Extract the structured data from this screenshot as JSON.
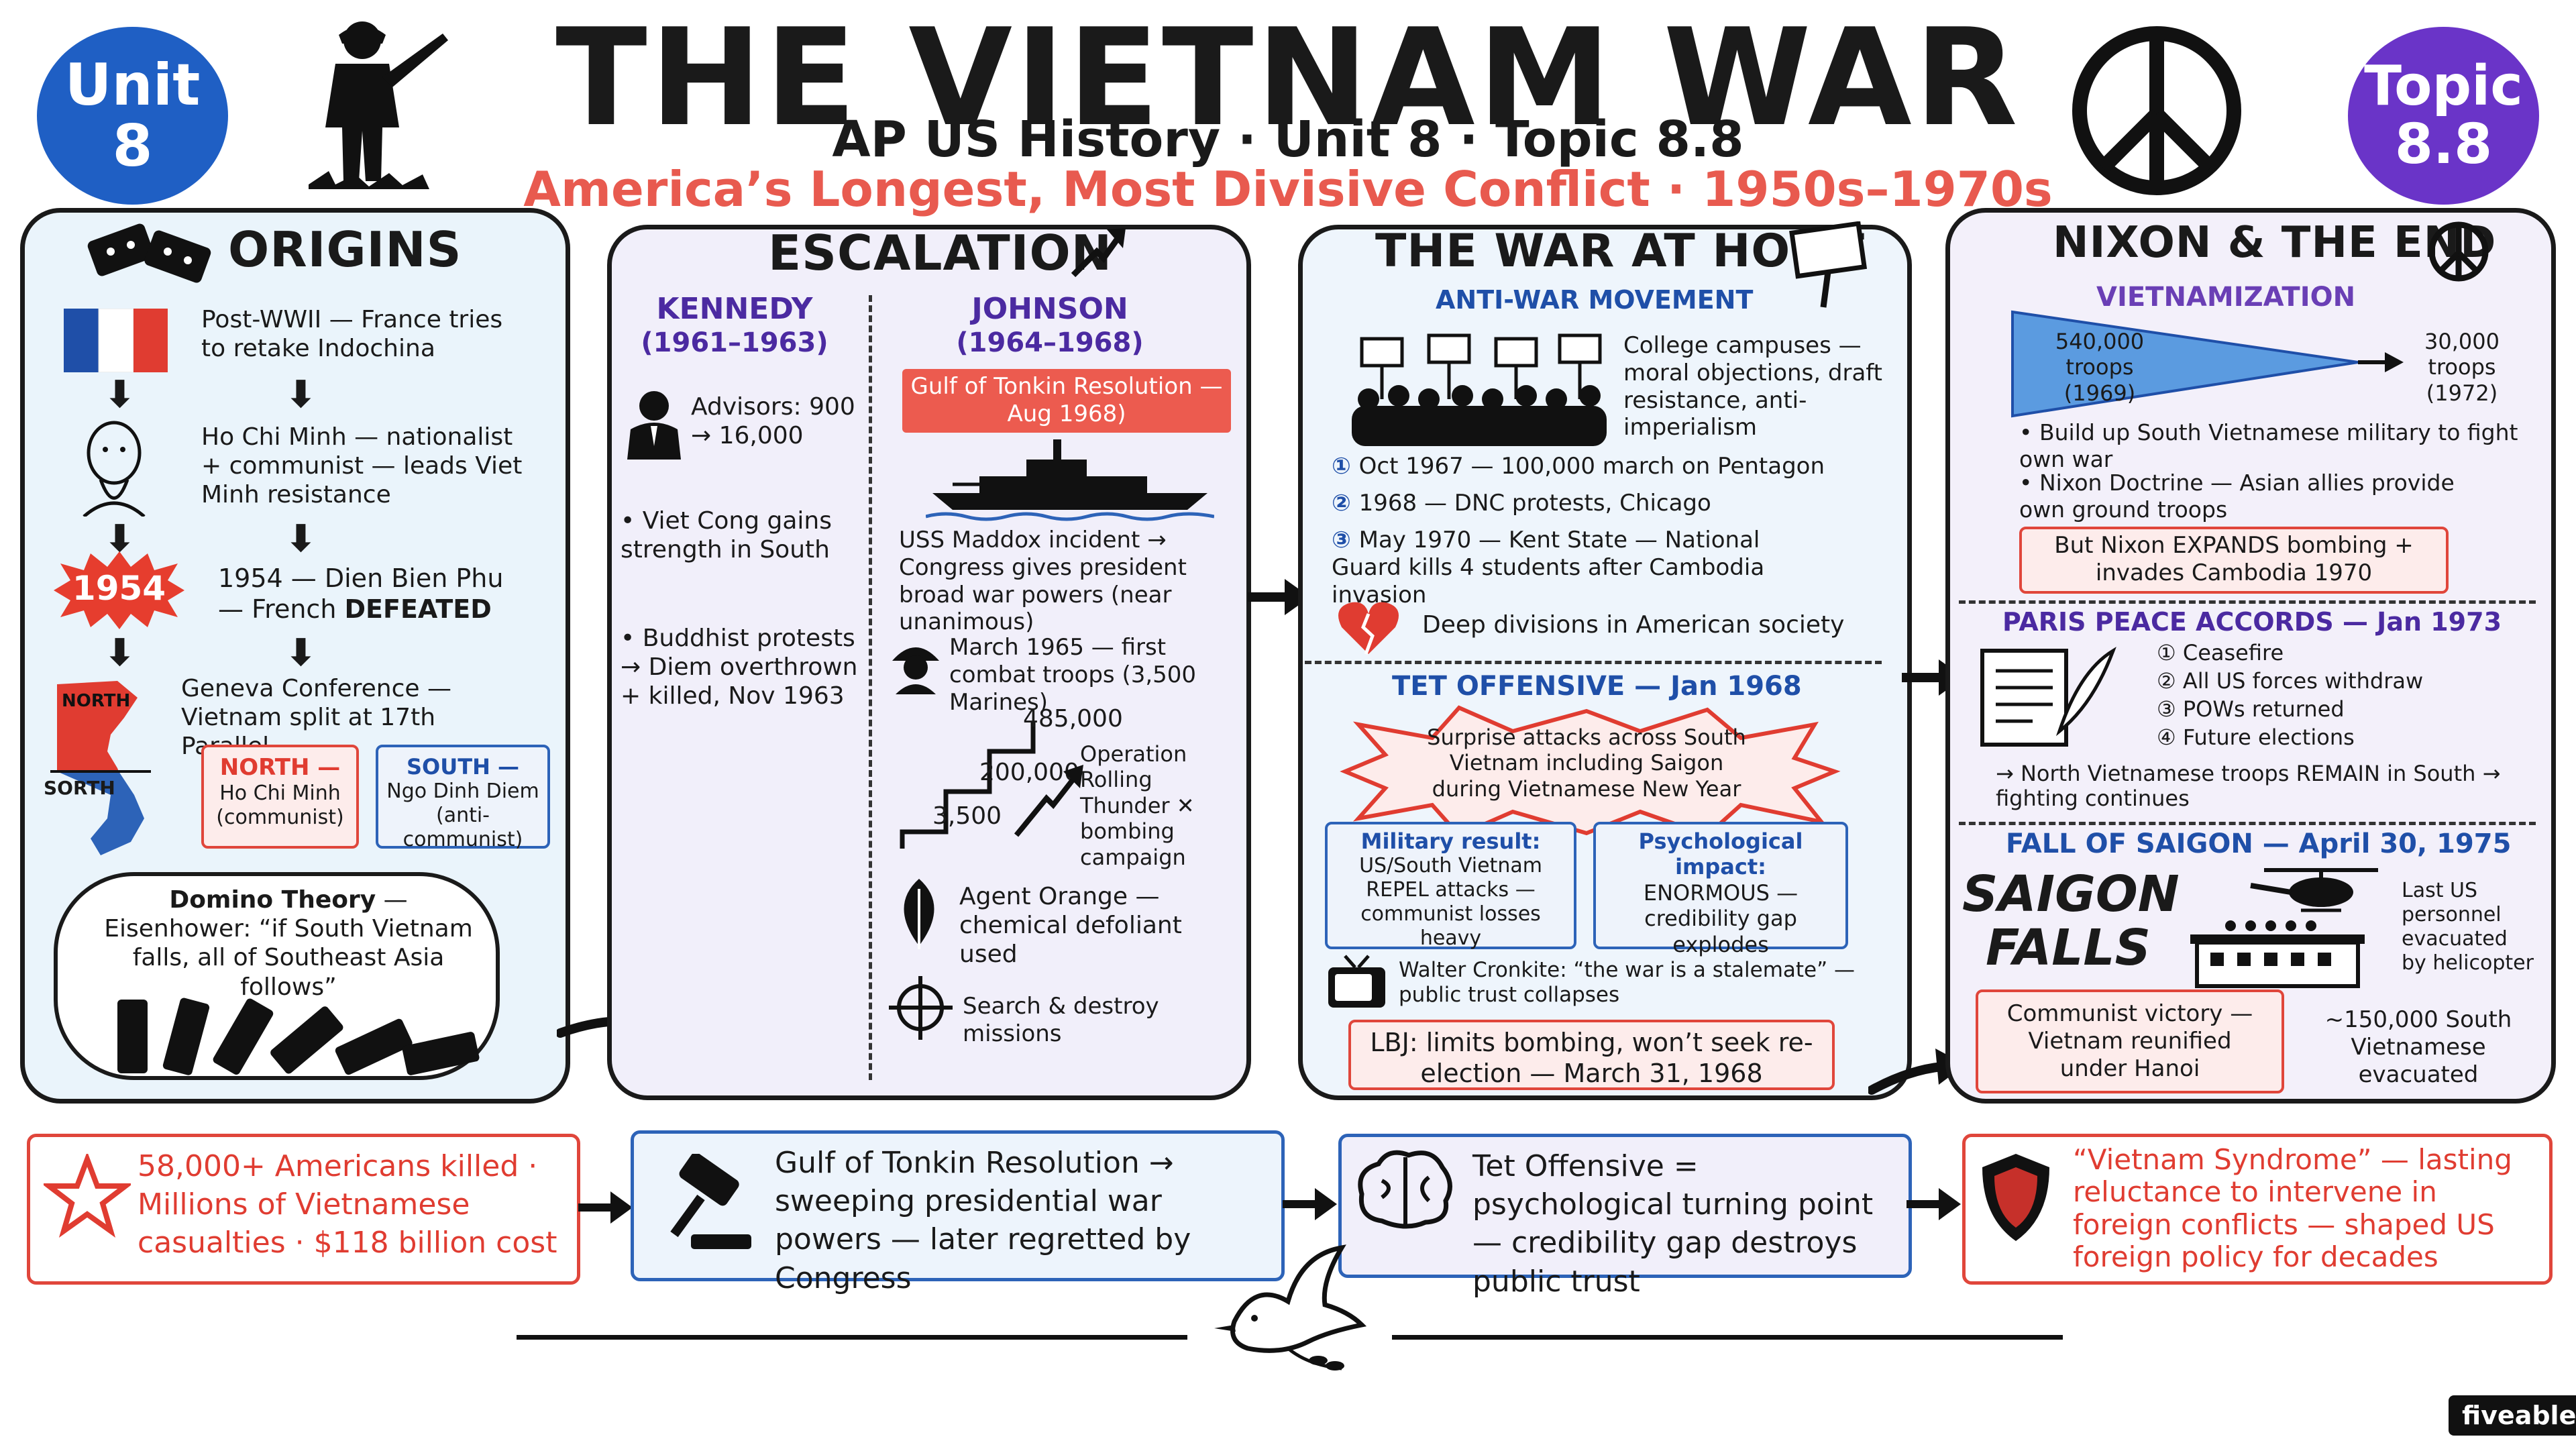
{
  "header": {
    "title": "THE VIETNAM WAR",
    "subtitle": "AP US History · Unit 8 · Topic 8.8",
    "tagline": "America’s Longest, Most Divisive Conflict · 1950s–1970s",
    "unit_badge_line1": "Unit",
    "unit_badge_line2": "8",
    "topic_badge_line1": "Topic",
    "topic_badge_line2": "8.8",
    "colors": {
      "unit_badge": "#1f5fc4",
      "topic_badge": "#6a34c8",
      "tagline": "#e85a4f"
    }
  },
  "origins": {
    "title": "ORIGINS",
    "step1": "Post-WWII — France tries to retake Indochina",
    "step2": "Ho Chi Minh — nationalist + communist — leads Viet Minh resistance",
    "year_badge": "1954",
    "step3_prefix": "1954 — Dien Bien Phu — French ",
    "step3_bold": "DEFEATED",
    "step4": "Geneva Conference — Vietnam split at 17th Parallel",
    "map_north": "NORTH",
    "map_south": "SORTH",
    "north_box_title": "NORTH —",
    "north_box_text": "Ho Chi Minh (communist)",
    "south_box_title": "SOUTH —",
    "south_box_text": "Ngo Dinh Diem (anti-communist)",
    "domino_bold": "Domino Theory",
    "domino_text": " — Eisenhower: “if South Vietnam falls, all of Southeast Asia follows”"
  },
  "escalation": {
    "title": "ESCALATION",
    "kennedy_name": "KENNEDY",
    "kennedy_years": "(1961–1963)",
    "advisors": "Advisors: 900 → 16,000",
    "viet_cong": "Viet Cong gains strength in South",
    "buddhist": "Buddhist protests → Diem overthrown + killed, Nov 1963",
    "johnson_name": "JOHNSON",
    "johnson_years": "(1964–1968)",
    "tonkin_banner": "Gulf of Tonkin Resolution — Aug 1968)",
    "maddox": "USS Maddox incident → Congress gives president broad war powers (near unanimous)",
    "march1965": "March 1965 — first combat troops (3,500 Marines)",
    "step_low": "3,500",
    "step_mid": "200,000",
    "step_high": "485,000",
    "rolling_thunder": "Operation Rolling Thunder ✕ bombing campaign",
    "agent_orange": "Agent Orange — chemical defoliant used",
    "search_destroy": "Search & destroy missions"
  },
  "home": {
    "title": "THE WAR AT HOME",
    "antiwar_heading": "ANTI-WAR MOVEMENT",
    "campus": "College campuses — moral objections, draft resistance, anti-imperialism",
    "event1": "Oct 1967 — 100,000 march on Pentagon",
    "event2": "1968 — DNC protests, Chicago",
    "event3": "May 1970 — Kent State — National Guard kills 4 students after Cambodia invasion",
    "divisions": "Deep divisions in American society",
    "tet_heading": "TET OFFENSIVE — Jan 1968",
    "tet_burst": "Surprise attacks across South Vietnam including Saigon during Vietnamese New Year",
    "military_title": "Military result:",
    "military_text": "US/South Vietnam REPEL attacks — communist losses heavy",
    "psych_title": "Psychological impact:",
    "psych_text": "ENORMOUS — credibility gap explodes",
    "cronkite": "Walter Cronkite: “the war is a stalemate” — public trust collapses",
    "lbj": "LBJ: limits bombing, won’t seek re-election — March 31, 1968"
  },
  "nixon": {
    "title": "NIXON & THE END",
    "vietnamization": "VIETNAMIZATION",
    "troops_start": "540,000 troops (1969)",
    "troops_end": "30,000 troops (1972)",
    "bullet1": "Build up South Vietnamese military to fight own war",
    "bullet2": "Nixon Doctrine — Asian allies provide own ground troops",
    "expands": "But Nixon EXPANDS bombing + invades Cambodia 1970",
    "paris_heading": "PARIS PEACE ACCORDS — Jan 1973",
    "paris_items": [
      "Ceasefire",
      "All US forces withdraw",
      "POWs returned",
      "Future elections"
    ],
    "paris_note": "North Vietnamese troops REMAIN in South → fighting continues",
    "saigon_heading": "FALL OF SAIGON — April 30, 1975",
    "saigon_falls_1": "SAIGON",
    "saigon_falls_2": "FALLS",
    "evacuated": "Last US personnel evacuated by helicopter",
    "communist_victory": "Communist victory — Vietnam reunified under Hanoi",
    "south_evacuated": "~150,000 South Vietnamese evacuated"
  },
  "bottom": {
    "cost": "58,000+ Americans killed · Millions of Vietnamese casualties · $118 billion cost",
    "tonkin": "Gulf of Tonkin Resolution → sweeping presidential war powers — later regretted by Congress",
    "tet": "Tet Offensive = psychological turning point — credibility gap destroys public trust",
    "syndrome": "“Vietnam Syndrome” — lasting reluctance to intervene in foreign conflicts — shaped US foreign policy for decades"
  },
  "brand": "fiveable"
}
